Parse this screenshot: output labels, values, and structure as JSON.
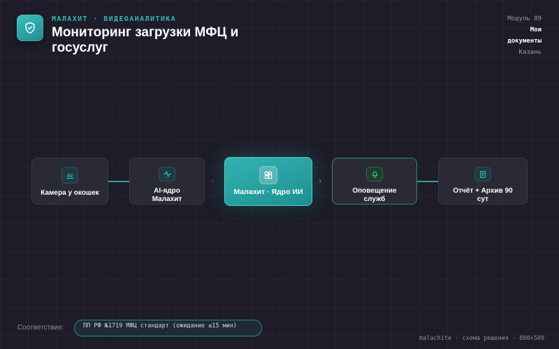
{
  "header": {
    "overline": "МАЛАХИТ · ВИДЕОАНАЛИТИКА",
    "title": "Мониторинг загрузки МФЦ и госуслуг",
    "logo_icon": "shield-check-icon",
    "meta": {
      "module": "Модуль 89",
      "section": "Мои документы",
      "city": "Казань"
    }
  },
  "flow": {
    "nodes": [
      {
        "label": "Камера у окошек",
        "icon": "bar-chart-icon"
      },
      {
        "label": "AI-ядро Малахит",
        "icon": "activity-pulse-icon"
      },
      {
        "label": "Малахит · Ядро ИИ",
        "icon": "grid-layout-icon",
        "highlighted": true
      },
      {
        "label": "Оповещение служб",
        "icon": "bell-icon"
      },
      {
        "label": "Отчёт + Архив 90 сут",
        "icon": "document-icon"
      }
    ]
  },
  "footer": {
    "compliance_label": "Соответствие:",
    "compliance_text": "ПП РФ №1719 МФЦ стандарт (ожидание ≤15 мин)",
    "note": "malachite · схема решения · 800×500"
  },
  "colors": {
    "background": "#1d1c28",
    "accent_teal": "#2aa3a6",
    "accent_green": "#2f8f5a",
    "node_bg": "#2a2936"
  }
}
